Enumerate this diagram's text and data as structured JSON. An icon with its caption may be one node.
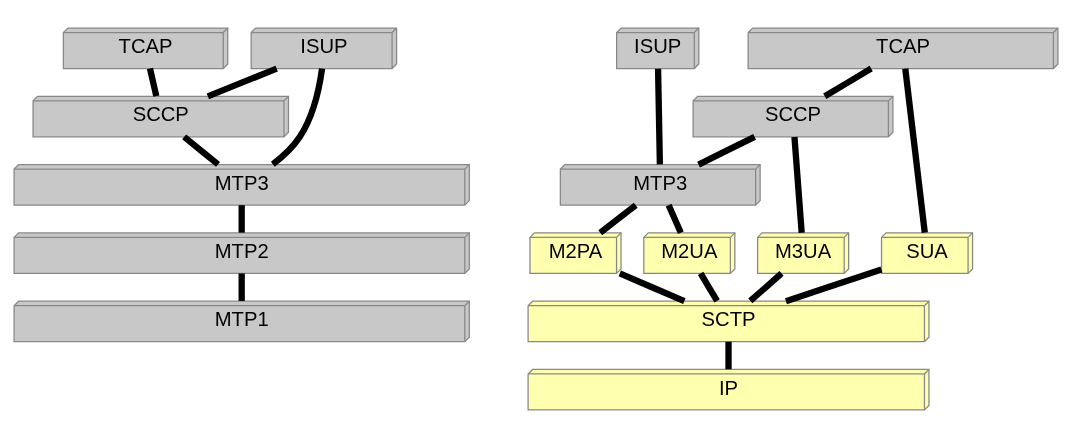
{
  "diagram": {
    "nodes": [
      {
        "text": [
          "ISUP"
        ]
      },
      {
        "text": [
          "TCAP"
        ]
      },
      {
        "text": [
          "SCCP"
        ]
      },
      {
        "text": [
          "MTP3"
        ]
      },
      {
        "text": [
          "MTP2"
        ]
      },
      {
        "text": [
          "MTP1"
        ]
      },
      {
        "text": [
          "ISUP"
        ]
      },
      {
        "text": [
          "TCAP"
        ]
      },
      {
        "text": [
          "SCCP"
        ]
      },
      {
        "text": [
          "MTP3"
        ]
      },
      {
        "text": [
          "M2PA"
        ]
      },
      {
        "text": [
          "M2UA"
        ]
      },
      {
        "text": [
          "M3UA"
        ]
      },
      {
        "text": [
          "SUA"
        ]
      },
      {
        "text": [
          "SCTP"
        ]
      },
      {
        "text": [
          "IP"
        ]
      }
    ],
    "edges": [
      {
        "from": 0,
        "to": 2,
        "arrow": "none"
      },
      {
        "from": 1,
        "to": 2,
        "arrow": "none"
      },
      {
        "from": 0,
        "to": 3,
        "arrow": "none"
      },
      {
        "from": 2,
        "to": 3,
        "arrow": "none"
      },
      {
        "from": 3,
        "to": 4,
        "arrow": "none"
      },
      {
        "from": 4,
        "to": 5,
        "arrow": "none"
      },
      {
        "from": 6,
        "to": 9,
        "arrow": "none"
      },
      {
        "from": 7,
        "to": 8,
        "arrow": "none"
      },
      {
        "from": 7,
        "to": 13,
        "arrow": "none"
      },
      {
        "from": 8,
        "to": 9,
        "arrow": "none"
      },
      {
        "from": 8,
        "to": 12,
        "arrow": "none"
      },
      {
        "from": 9,
        "to": 10,
        "arrow": "none"
      },
      {
        "from": 9,
        "to": 11,
        "arrow": "none"
      },
      {
        "from": 10,
        "to": 14,
        "arrow": "none"
      },
      {
        "from": 11,
        "to": 14,
        "arrow": "none"
      },
      {
        "from": 12,
        "to": 14,
        "arrow": "none"
      },
      {
        "from": 13,
        "to": 14,
        "arrow": "none"
      },
      {
        "from": 14,
        "to": 15,
        "arrow": "none"
      }
    ]
  }
}
